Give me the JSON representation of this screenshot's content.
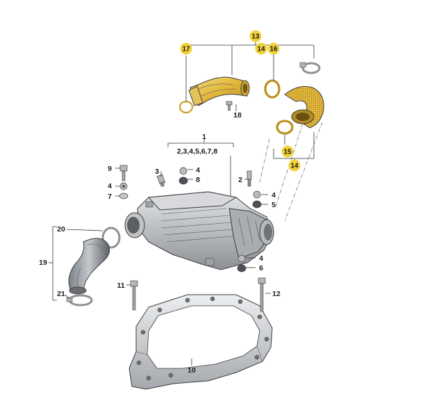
{
  "diagram": {
    "highlight_color": "#f2d23a",
    "part_color": "#c9cbce",
    "part_dark": "#8f9296",
    "rubber_color": "#555a60",
    "yellow_part_color": "#e8c24a",
    "labels": {
      "p1": "1",
      "p1_sub": "2,3,4,5,6,7,8",
      "p2": "2",
      "p3": "3",
      "p4a": "4",
      "p4b": "4",
      "p4c": "4",
      "p4d": "4",
      "p5": "5",
      "p6": "6",
      "p7": "7",
      "p8": "8",
      "p9": "9",
      "p10": "10",
      "p11": "11",
      "p12": "12",
      "p13": "13",
      "p14a": "14",
      "p14b": "14",
      "p15": "15",
      "p16": "16",
      "p17": "17",
      "p18": "18",
      "p19": "19",
      "p20": "20",
      "p21": "21"
    }
  }
}
